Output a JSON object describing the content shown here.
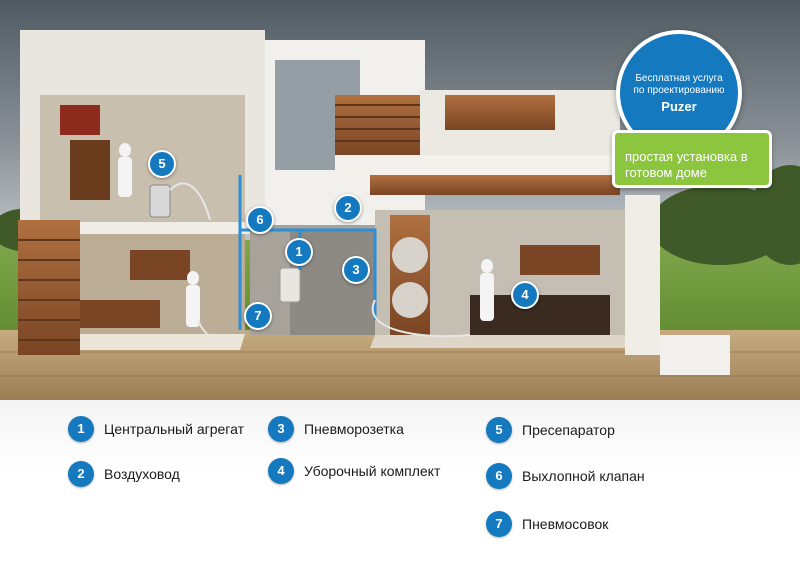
{
  "promo": {
    "line1": "Бесплатная услуга",
    "line2": "по проектированию",
    "brand": "Puzer",
    "tag": "простая установка в готовом доме"
  },
  "badges": [
    "1",
    "2",
    "3",
    "4",
    "5",
    "6",
    "7"
  ],
  "legend": [
    {
      "num": "1",
      "label": "Центральный агрегат"
    },
    {
      "num": "2",
      "label": "Воздуховод"
    },
    {
      "num": "3",
      "label": "Пневморозетка"
    },
    {
      "num": "4",
      "label": "Уборочный комплект"
    },
    {
      "num": "5",
      "label": "Пресепаратор"
    },
    {
      "num": "6",
      "label": "Выхлопной клапан"
    },
    {
      "num": "7",
      "label": "Пневмосовок"
    }
  ],
  "colors": {
    "accent": "#1479bf",
    "green": "#8cc63f",
    "pipe": "#2a8fd8"
  }
}
